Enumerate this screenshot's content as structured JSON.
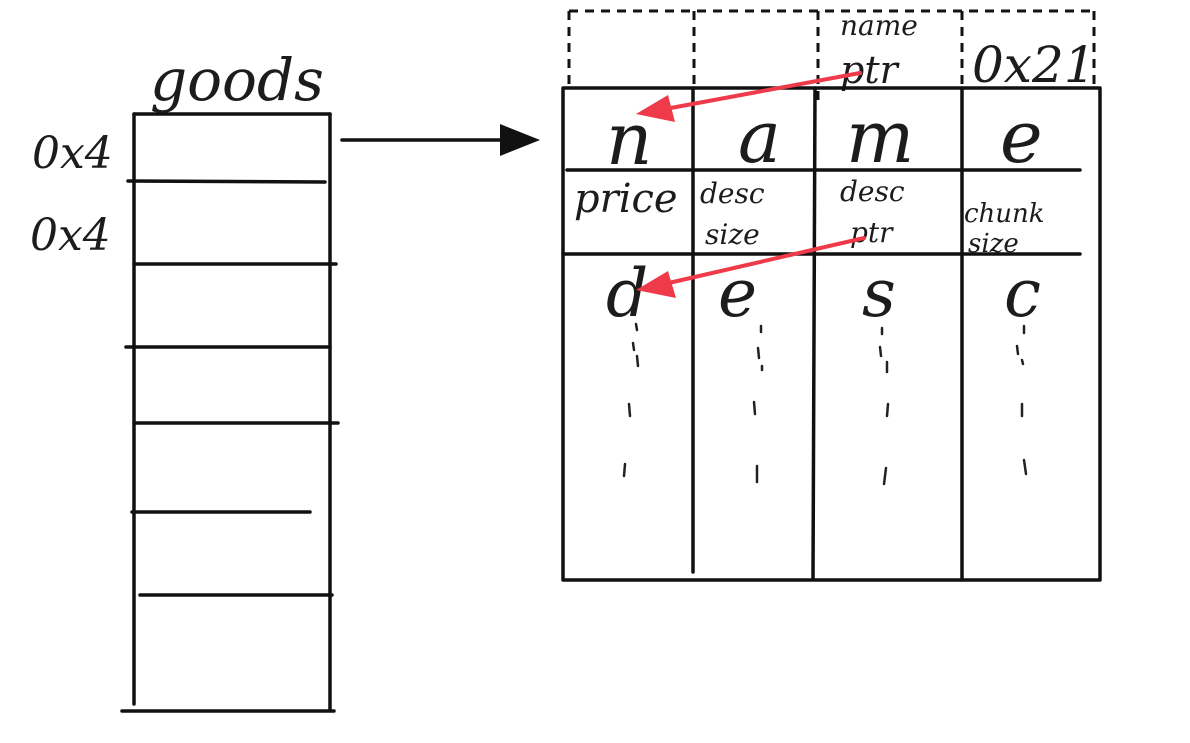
{
  "goods": {
    "title": "goods",
    "labels": [
      "0x4",
      "0x4"
    ]
  },
  "chunk_header": {
    "cells": [
      "",
      "",
      "name\nptr",
      "0x21"
    ]
  },
  "chunk": {
    "row1": [
      "n",
      "a",
      "m",
      "e"
    ],
    "row2": [
      "price",
      "desc\nsize",
      "desc\nptr",
      "chunk\nsize"
    ],
    "row3": [
      "d",
      "e",
      "s",
      "c"
    ]
  },
  "colors": {
    "ink": "#111111",
    "pointer_arrow": "#ef3a4a"
  }
}
